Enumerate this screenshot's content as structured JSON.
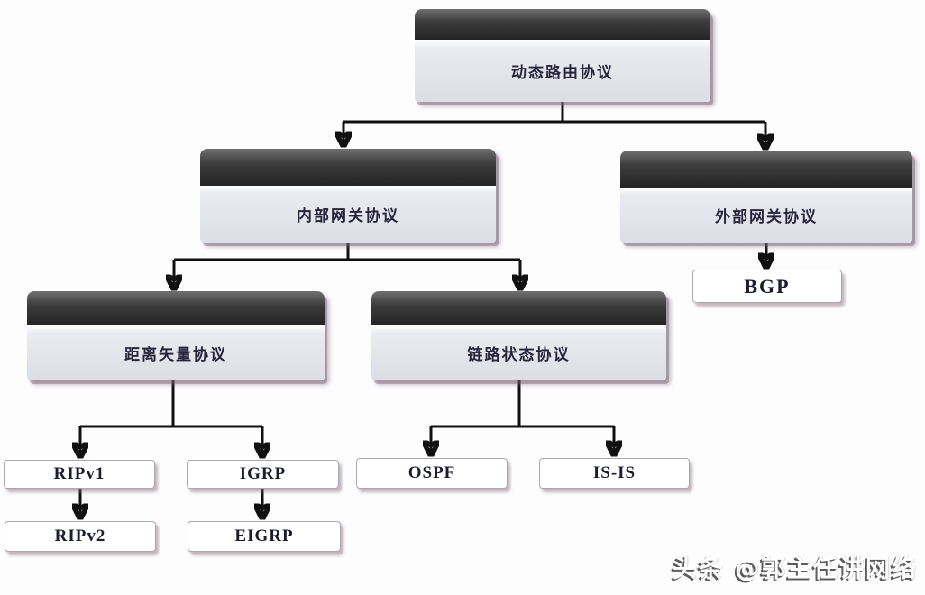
{
  "nodes": {
    "root": {
      "label": "动态路由协议",
      "type": "group"
    },
    "igp": {
      "label": "内部网关协议",
      "type": "group"
    },
    "egp": {
      "label": "外部网关协议",
      "type": "group"
    },
    "distance_vector": {
      "label": "距离矢量协议",
      "type": "group"
    },
    "link_state": {
      "label": "链路状态协议",
      "type": "group"
    },
    "bgp": {
      "label": "BGP",
      "type": "leaf"
    },
    "ripv1": {
      "label": "RIPv1",
      "type": "leaf"
    },
    "igrp": {
      "label": "IGRP",
      "type": "leaf"
    },
    "ospf": {
      "label": "OSPF",
      "type": "leaf"
    },
    "isis": {
      "label": "IS-IS",
      "type": "leaf"
    },
    "ripv2": {
      "label": "RIPv2",
      "type": "leaf"
    },
    "eigrp": {
      "label": "EIGRP",
      "type": "leaf"
    }
  },
  "edges": [
    [
      "root",
      "igp"
    ],
    [
      "root",
      "egp"
    ],
    [
      "egp",
      "bgp"
    ],
    [
      "igp",
      "distance_vector"
    ],
    [
      "igp",
      "link_state"
    ],
    [
      "distance_vector",
      "ripv1"
    ],
    [
      "distance_vector",
      "igrp"
    ],
    [
      "link_state",
      "ospf"
    ],
    [
      "link_state",
      "isis"
    ],
    [
      "ripv1",
      "ripv2"
    ],
    [
      "igrp",
      "eigrp"
    ]
  ],
  "watermark": {
    "text": "头条 @郭主任讲网络"
  },
  "colors": {
    "connector": "#101010",
    "node_header": "#2f2f2f",
    "node_body": "#dfe1e8",
    "node_text": "#29243c",
    "leaf_background": "#ffffff",
    "leaf_text": "#1c1c30",
    "background": "#fdfdfe"
  }
}
